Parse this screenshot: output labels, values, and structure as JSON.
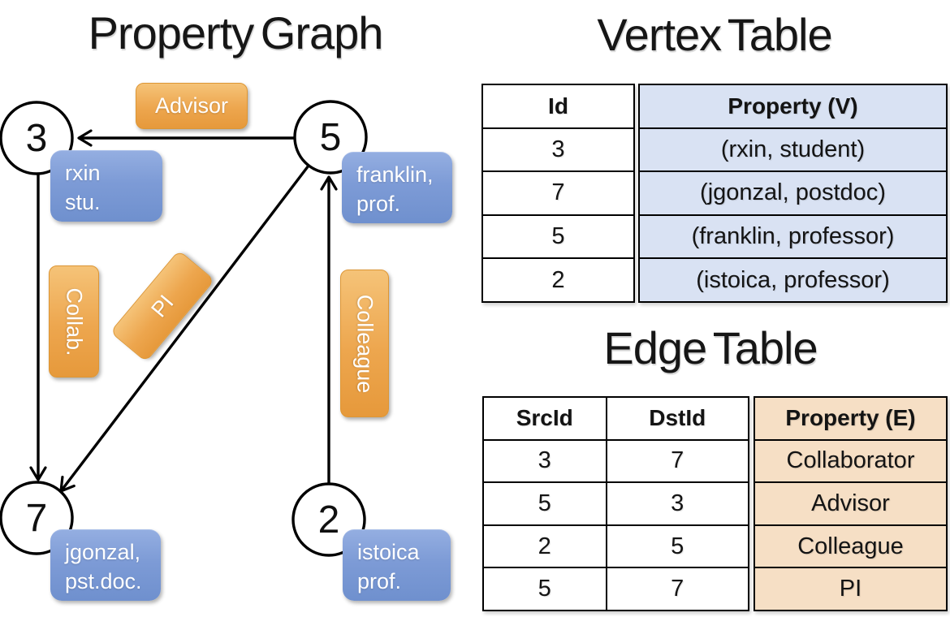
{
  "titles": {
    "property_graph": "Property Graph",
    "vertex_table": "Vertex Table",
    "edge_table": "Edge Table"
  },
  "graph": {
    "nodes": [
      {
        "id": "3",
        "label_line1": "rxin",
        "label_line2": "stu."
      },
      {
        "id": "5",
        "label_line1": "franklin,",
        "label_line2": "prof."
      },
      {
        "id": "7",
        "label_line1": "jgonzal,",
        "label_line2": "pst.doc."
      },
      {
        "id": "2",
        "label_line1": "istoica",
        "label_line2": "prof."
      }
    ],
    "edge_labels": {
      "advisor": "Advisor",
      "collab": "Collab.",
      "pi": "PI",
      "colleague": "Colleague"
    }
  },
  "vertex_table": {
    "headers": {
      "id": "Id",
      "property": "Property (V)"
    },
    "rows": [
      {
        "id": "3",
        "property": "(rxin, student)"
      },
      {
        "id": "7",
        "property": "(jgonzal, postdoc)"
      },
      {
        "id": "5",
        "property": "(franklin, professor)"
      },
      {
        "id": "2",
        "property": "(istoica, professor)"
      }
    ]
  },
  "edge_table": {
    "headers": {
      "src": "SrcId",
      "dst": "DstId",
      "property": "Property (E)"
    },
    "rows": [
      {
        "src": "3",
        "dst": "7",
        "property": "Collaborator"
      },
      {
        "src": "5",
        "dst": "3",
        "property": "Advisor"
      },
      {
        "src": "2",
        "dst": "5",
        "property": "Colleague"
      },
      {
        "src": "5",
        "dst": "7",
        "property": "PI"
      }
    ]
  },
  "colors": {
    "edge_label_orange": "#EC9F43",
    "vertex_label_blue": "#7D9BD6",
    "vertex_property_fill": "#D9E2F3",
    "edge_property_fill": "#F6DFC5",
    "line_black": "#000000"
  }
}
